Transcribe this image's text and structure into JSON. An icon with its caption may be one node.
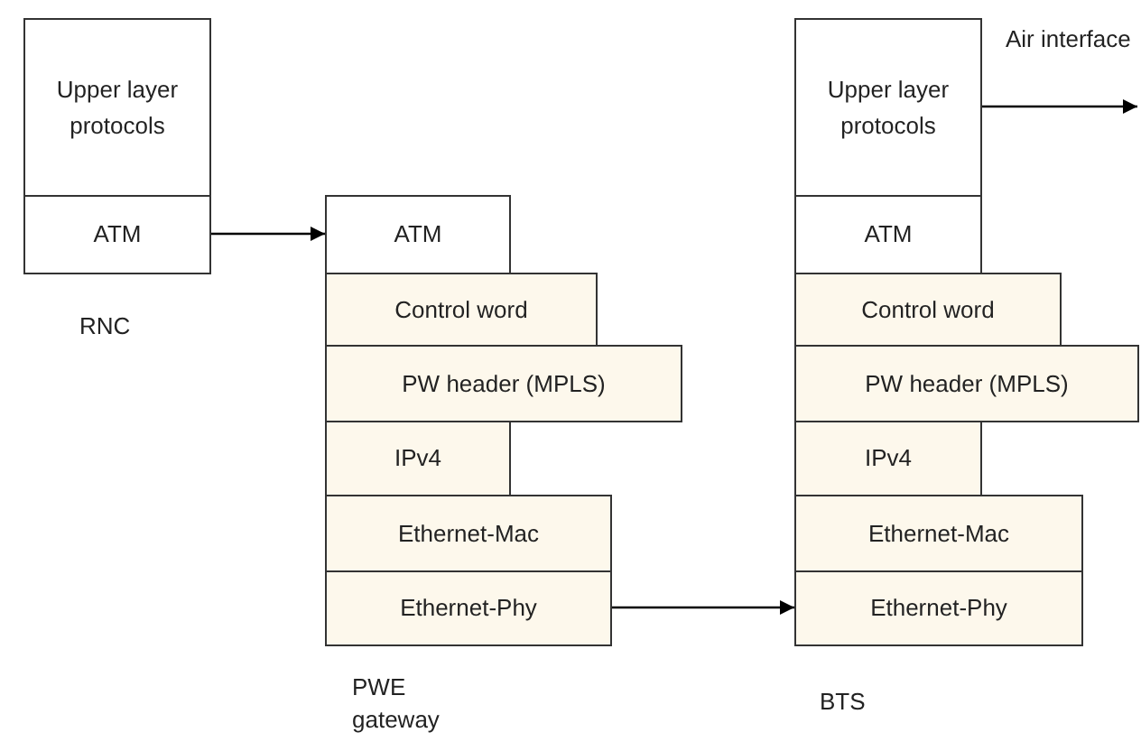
{
  "diagram": {
    "nodes": [
      {
        "text": [
          "Upper layer protocols"
        ]
      },
      {
        "text": [
          "ATM"
        ]
      },
      {
        "text": [
          "ATM"
        ]
      },
      {
        "text": [
          "Control word"
        ]
      },
      {
        "text": [
          "PW header (MPLS)"
        ]
      },
      {
        "text": [
          "IPv4"
        ]
      },
      {
        "text": [
          "Ethernet-Mac"
        ]
      },
      {
        "text": [
          "Ethernet-Phy"
        ]
      },
      {
        "text": [
          "Upper layer protocols"
        ]
      },
      {
        "text": [
          "ATM"
        ]
      },
      {
        "text": [
          "Control word"
        ]
      },
      {
        "text": [
          "PW header (MPLS)"
        ]
      },
      {
        "text": [
          "IPv4"
        ]
      },
      {
        "text": [
          "Ethernet-Mac"
        ]
      },
      {
        "text": [
          "Ethernet-Phy"
        ]
      }
    ],
    "edges": [
      {
        "from": 1,
        "to": 2,
        "arrow": "to"
      },
      {
        "from": 7,
        "to": 14,
        "arrow": "to"
      },
      {
        "from": 8,
        "to": null,
        "arrow": "to",
        "label": "Air interface"
      }
    ],
    "labels": [
      "RNC",
      "PWE gateway",
      "BTS"
    ]
  }
}
